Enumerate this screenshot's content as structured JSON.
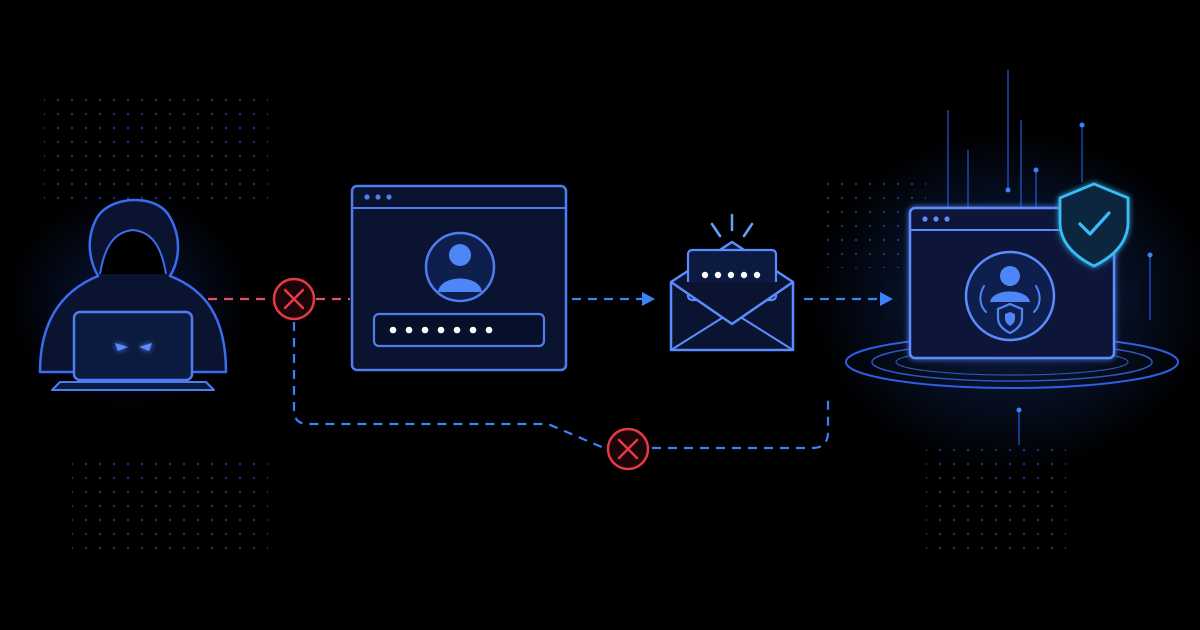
{
  "diagram": {
    "nodes": [
      {
        "id": "attacker",
        "icon": "hooded-hacker-with-laptop-icon"
      },
      {
        "id": "login_window",
        "icon": "login-window-icon",
        "password_mask": "•••••••"
      },
      {
        "id": "email_otp",
        "icon": "email-verification-code-icon",
        "code_mask": "•••••"
      },
      {
        "id": "protected_account",
        "icon": "protected-account-window-icon",
        "badge": "shield-check-icon"
      }
    ],
    "edges": [
      {
        "from": "attacker",
        "to": "login_window",
        "status": "blocked",
        "style": "dashed"
      },
      {
        "from": "login_window",
        "to": "email_otp",
        "status": "allowed",
        "style": "dashed",
        "arrow": true
      },
      {
        "from": "email_otp",
        "to": "protected_account",
        "status": "allowed",
        "style": "dashed",
        "arrow": true
      },
      {
        "from": "attacker",
        "to": "protected_account",
        "status": "blocked",
        "style": "dashed",
        "route": "bypass"
      }
    ]
  },
  "colors": {
    "background": "#000000",
    "primary_blue": "#3b82f6",
    "outline_blue": "#4f7cf0",
    "glow_cyan": "#38bdf8",
    "blocked_red": "#e63946",
    "attack_line_red": "#e05260"
  }
}
